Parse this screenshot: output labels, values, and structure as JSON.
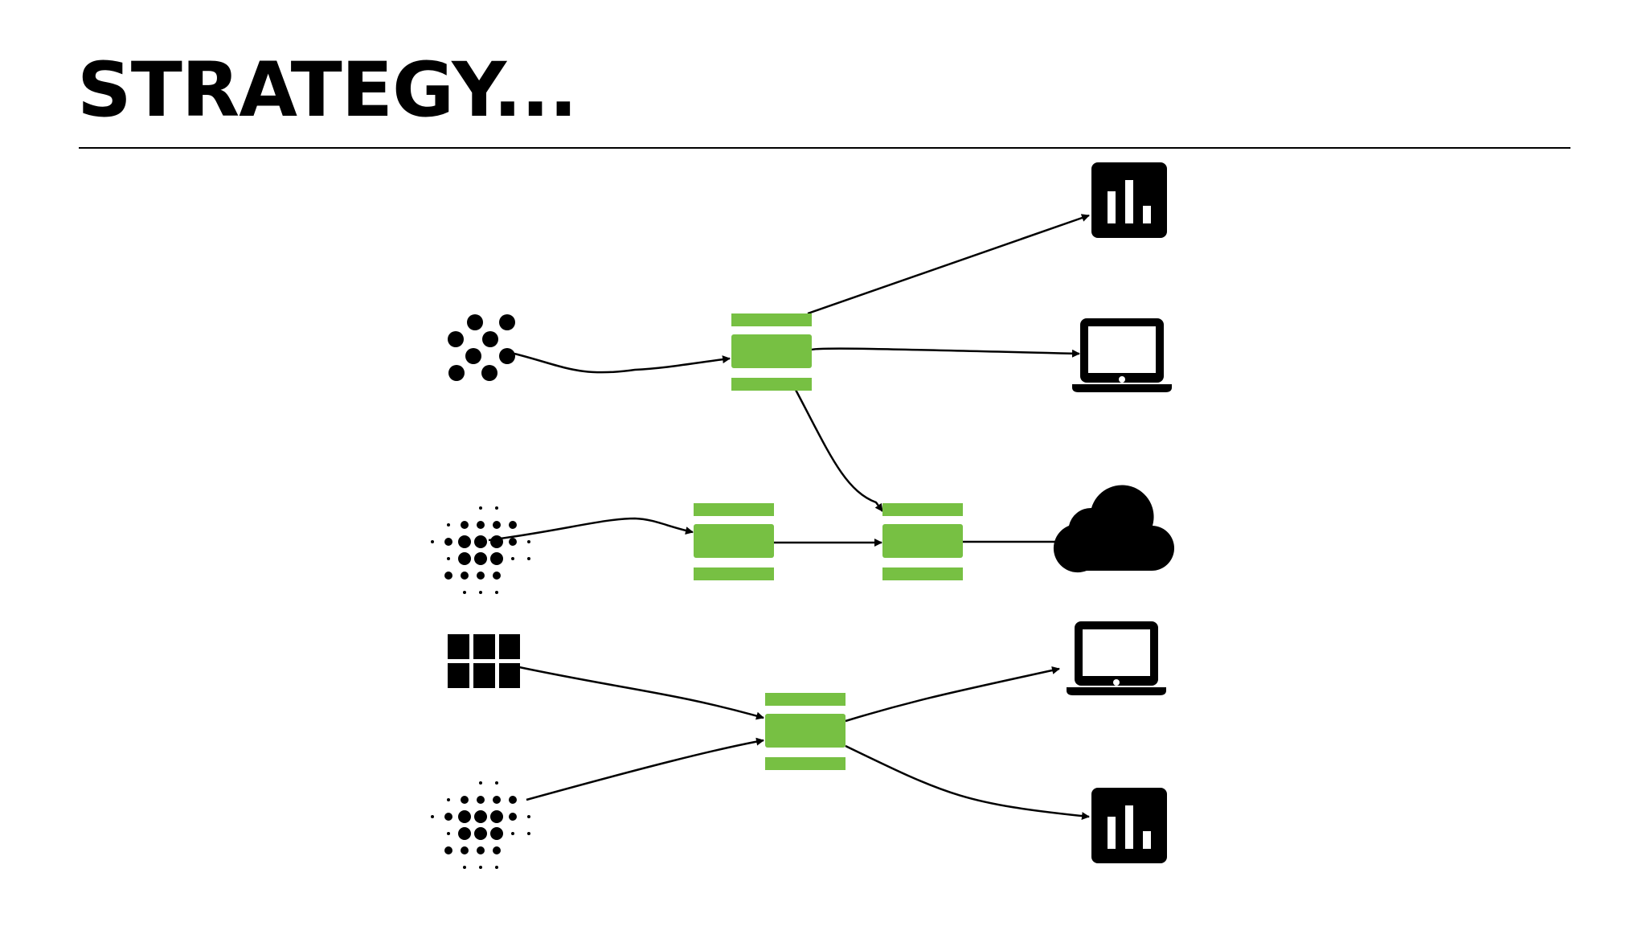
{
  "slide": {
    "title": "STRATEGY..."
  },
  "palette": {
    "accent": "#77c043",
    "ink": "#000000",
    "background": "#ffffff"
  },
  "diagram": {
    "sources": [
      {
        "id": "source-1",
        "icon": "dot-cluster-icon"
      },
      {
        "id": "source-2",
        "icon": "dot-sphere-icon"
      },
      {
        "id": "source-3",
        "icon": "grid-icon"
      },
      {
        "id": "source-4",
        "icon": "dot-sphere-icon"
      }
    ],
    "processors": [
      {
        "id": "processor-top",
        "icon": "stacked-bars-icon"
      },
      {
        "id": "processor-mid-left",
        "icon": "stacked-bars-icon"
      },
      {
        "id": "processor-mid-right",
        "icon": "stacked-bars-icon"
      },
      {
        "id": "processor-bottom",
        "icon": "stacked-bars-icon"
      }
    ],
    "destinations": [
      {
        "id": "dest-1",
        "icon": "bar-chart-icon"
      },
      {
        "id": "dest-2",
        "icon": "laptop-icon"
      },
      {
        "id": "dest-3",
        "icon": "cloud-icon"
      },
      {
        "id": "dest-4",
        "icon": "laptop-icon"
      },
      {
        "id": "dest-5",
        "icon": "bar-chart-icon"
      }
    ],
    "edges": [
      {
        "from": "source-1",
        "to": "processor-top"
      },
      {
        "from": "processor-top",
        "to": "dest-1"
      },
      {
        "from": "processor-top",
        "to": "dest-2"
      },
      {
        "from": "processor-top",
        "to": "processor-mid-right"
      },
      {
        "from": "source-2",
        "to": "processor-mid-left"
      },
      {
        "from": "processor-mid-left",
        "to": "processor-mid-right"
      },
      {
        "from": "processor-mid-right",
        "to": "dest-3"
      },
      {
        "from": "source-3",
        "to": "processor-bottom"
      },
      {
        "from": "source-4",
        "to": "processor-bottom"
      },
      {
        "from": "processor-bottom",
        "to": "dest-4"
      },
      {
        "from": "processor-bottom",
        "to": "dest-5"
      }
    ]
  }
}
